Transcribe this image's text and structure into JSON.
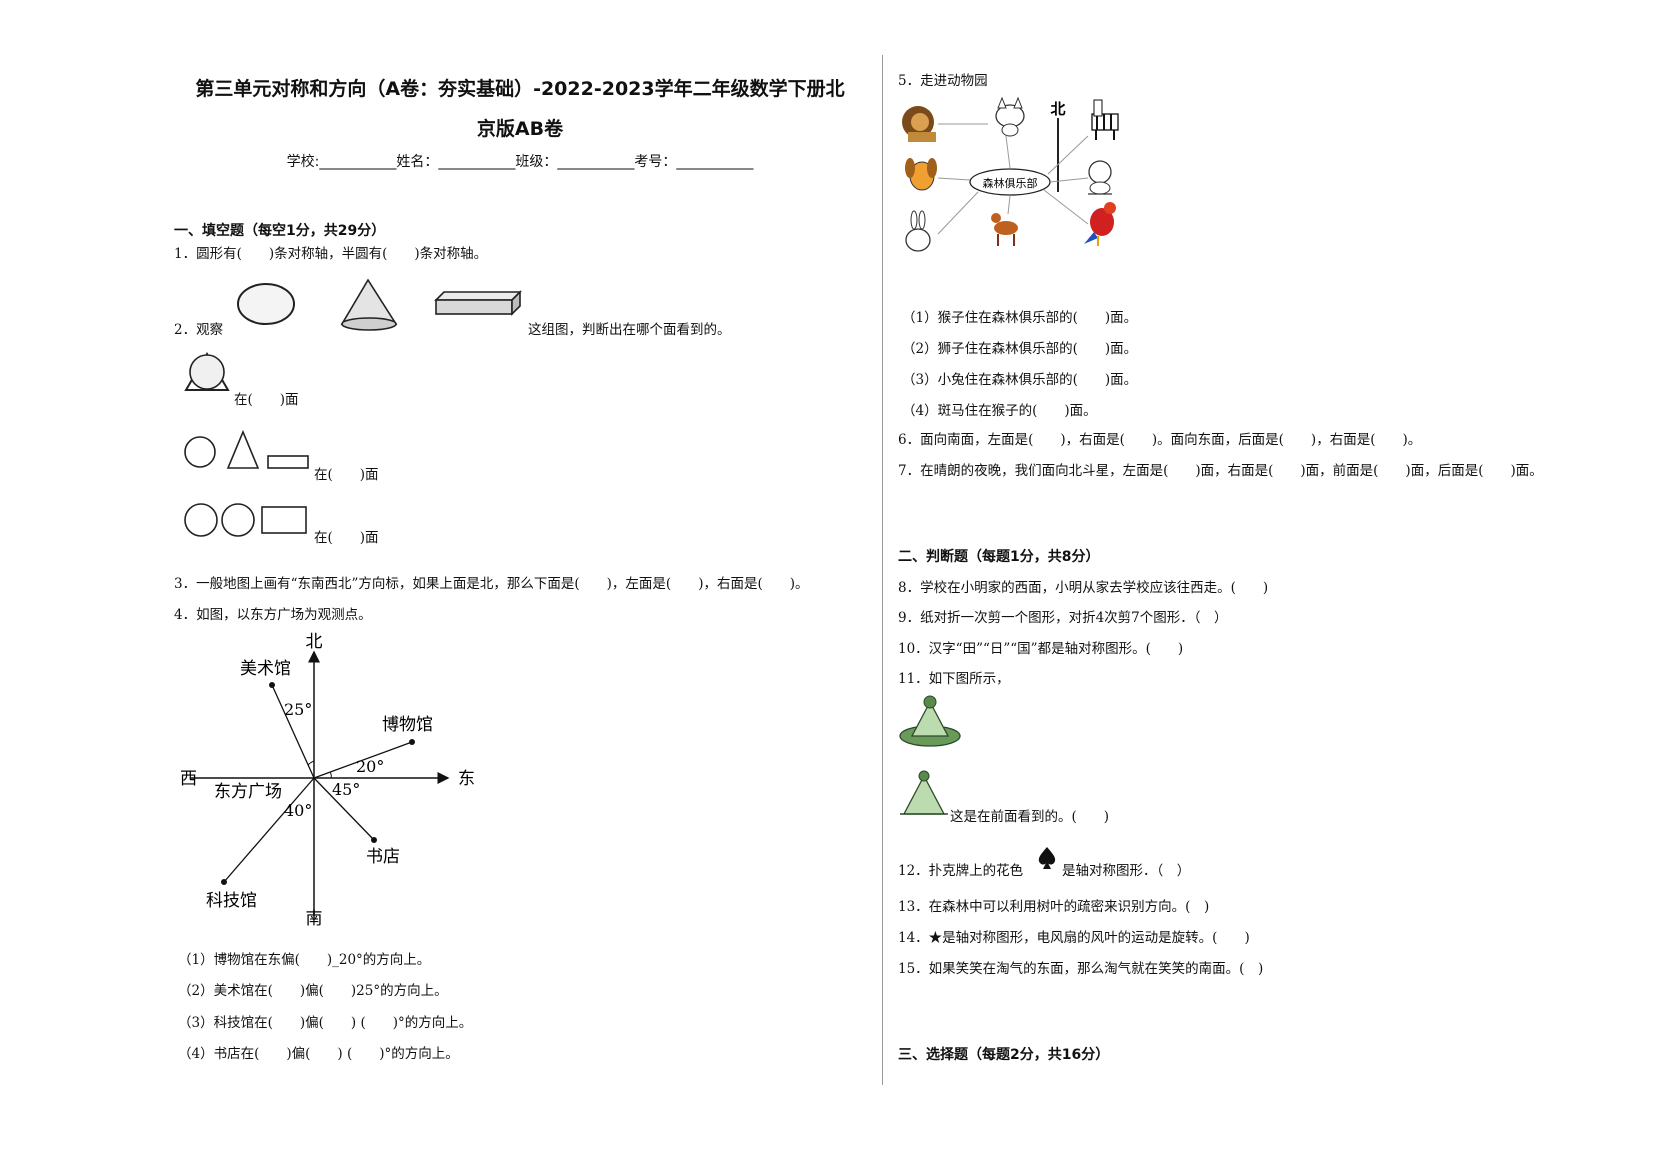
{
  "doc": {
    "title_line1": "第三单元对称和方向（A卷：夯实基础）-2022-2023学年二年级数学下册北",
    "title_line2": "京版AB卷",
    "info_line": "学校:___________姓名：___________班级：___________考号：___________"
  },
  "section1": {
    "heading": "一、填空题（每空1分，共29分）",
    "q1": "1．圆形有(　　)条对称轴，半圆有(　　)条对称轴。",
    "q2_prefix": "2．观察",
    "q2_suffix": "这组图，判断出在哪个面看到的。",
    "q2_a": "在(　　)面",
    "q2_b": "在(　　)面",
    "q2_c": "在(　　)面",
    "q3": "3．一般地图上画有“东南西北”方向标，如果上面是北，那么下面是(　　)，左面是(　　)，右面是(　　)。",
    "q4": "4．如图，以东方广场为观测点。",
    "map": {
      "north": "北",
      "south": "南",
      "west": "西",
      "east": "东",
      "center": "东方广场",
      "art": "美术馆",
      "museum": "博物馆",
      "tech": "科技馆",
      "book": "书店",
      "a25": "25°",
      "a20": "20°",
      "a45": "45°",
      "a40": "40°"
    },
    "q4_1": "（1）博物馆在东偏(　　)_20°的方向上。",
    "q4_2": "（2）美术馆在(　　)偏(　　)25°的方向上。",
    "q4_3": "（3）科技馆在(　　)偏(　　) (　　)°的方向上。",
    "q4_4": "（4）书店在(　　)偏(　　) (　　)°的方向上。"
  },
  "section1_right": {
    "q5": "5．走进动物园",
    "zoo_north": "北",
    "zoo_club": "森林俱乐部",
    "q5_1": "（1）猴子住在森林俱乐部的(　　)面。",
    "q5_2": "（2）狮子住在森林俱乐部的(　　)面。",
    "q5_3": "（3）小兔住在森林俱乐部的(　　)面。",
    "q5_4": "（4）斑马住在猴子的(　　)面。",
    "q6": "6．面向南面，左面是(　　)，右面是(　　)。面向东面，后面是(　　)，右面是(　　)。",
    "q7": "7．在晴朗的夜晚，我们面向北斗星，左面是(　　)面，右面是(　　)面，前面是(　　)面，后面是(　　)面。"
  },
  "section2": {
    "heading": "二、判断题（每题1分，共8分）",
    "q8": "8．学校在小明家的西面，小明从家去学校应该往西走。(　　)",
    "q9": "9．纸对折一次剪一个图形，对折4次剪7个图形．（　）",
    "q10": "10．汉字“田”“日”“国”都是轴对称图形。(　　)",
    "q11": "11．如下图所示，",
    "q11_b": "这是在前面看到的。(　　)",
    "q12_prefix": "12．扑克牌上的花色",
    "q12_suffix": "是轴对称图形．（　）",
    "q13": "13．在森林中可以利用树叶的疏密来识别方向。(　)",
    "q14": "14．★是轴对称图形，电风扇的风叶的运动是旋转。(　　)",
    "q15": "15．如果笑笑在淘气的东面，那么淘气就在笑笑的南面。(　)"
  },
  "section3": {
    "heading": "三、选择题（每题2分，共16分）"
  }
}
